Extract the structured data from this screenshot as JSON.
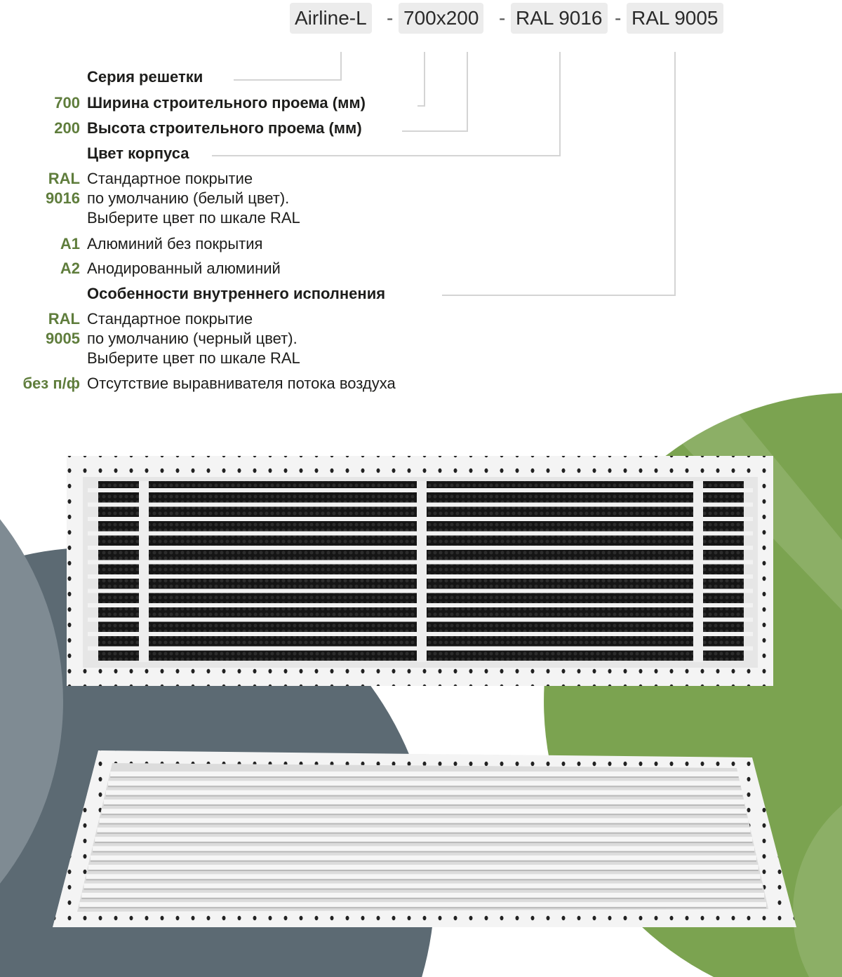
{
  "code": {
    "parts": [
      "Airline-L",
      "700x200",
      "RAL 9016",
      "RAL 9005"
    ],
    "separator": "-"
  },
  "legend": [
    {
      "key": "",
      "text": [
        "Серия решетки"
      ],
      "bold": true
    },
    {
      "key": "700",
      "text": [
        "Ширина строительного проема (мм)"
      ],
      "bold": true
    },
    {
      "key": "200",
      "text": [
        "Высота строительного проема (мм)"
      ],
      "bold": true
    },
    {
      "key": "",
      "text": [
        "Цвет корпуса"
      ],
      "bold": true
    },
    {
      "key": "RAL 9016",
      "key_lines": [
        "RAL",
        "9016"
      ],
      "text": [
        "Стандартное покрытие",
        "по умолчанию (белый цвет).",
        "Выберите цвет по шкале RAL"
      ],
      "bold": false
    },
    {
      "key": "A1",
      "text": [
        "Алюминий без покрытия"
      ],
      "bold": false
    },
    {
      "key": "A2",
      "text": [
        "Анодированный алюминий"
      ],
      "bold": false
    },
    {
      "key": "",
      "text": [
        "Особенности внутреннего исполнения"
      ],
      "bold": true
    },
    {
      "key": "RAL 9005",
      "key_lines": [
        "RAL",
        "9005"
      ],
      "text": [
        "Стандартное покрытие",
        "по умолчанию (черный цвет).",
        "Выберите цвет по шкале RAL"
      ],
      "bold": false
    },
    {
      "key": "без п/ф",
      "text": [
        "Отсутствие выравнивателя потока воздуха"
      ],
      "bold": false
    }
  ],
  "colors": {
    "accent_green": "#5f7d3c",
    "shape_green": "#7ba350",
    "shape_gray": "#5c6a73",
    "code_bg": "#ececec"
  },
  "images": {
    "front": "grille-front-photo",
    "angled": "grille-angled-photo"
  }
}
